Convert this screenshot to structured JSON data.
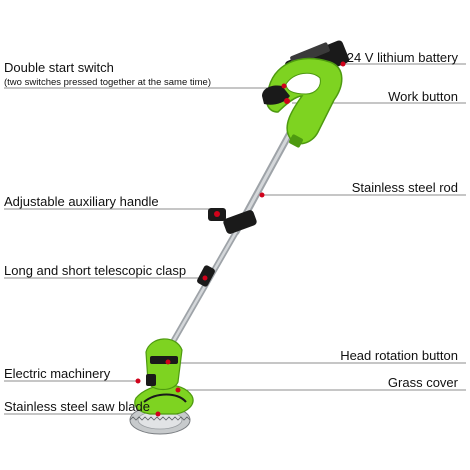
{
  "labels": {
    "double_start_switch": "Double start switch",
    "double_start_switch_note": "(two switches pressed together at the same time)",
    "battery": "24 V lithium battery",
    "work_button": "Work button",
    "steel_rod": "Stainless steel rod",
    "aux_handle": "Adjustable auxiliary handle",
    "telescopic_clasp": "Long and short telescopic clasp",
    "head_rotation_button": "Head rotation button",
    "electric_machinery": "Electric machinery",
    "grass_cover": "Grass cover",
    "saw_blade": "Stainless steel saw blade"
  },
  "colors": {
    "body_green": "#7ed321",
    "dark_green": "#4e9a10",
    "black": "#1a1a1a",
    "steel": "#b8bcc0",
    "leader": "#666666",
    "marker": "#d0021b"
  }
}
